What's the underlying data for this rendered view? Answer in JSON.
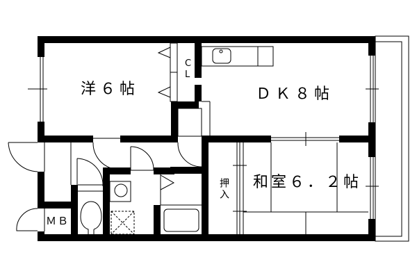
{
  "floor_plan": {
    "rooms": {
      "western_room": {
        "label": "洋６帖",
        "type": "Western-style room",
        "size_jo": 6
      },
      "dining_kitchen": {
        "label": "ＤＫ８帖",
        "type": "Dining kitchen",
        "size_jo": 8
      },
      "japanese_room": {
        "label": "和室６．２帖",
        "type": "Japanese-style room",
        "size_jo": 6.2
      }
    },
    "fixtures": {
      "closet": {
        "label_line1": "C",
        "label_line2": "L"
      },
      "oshiire": {
        "label": "押入"
      },
      "meter_box": {
        "label": "ＭＢ"
      }
    },
    "colors": {
      "wall": "#000000",
      "background": "#ffffff",
      "line": "#000000"
    }
  }
}
